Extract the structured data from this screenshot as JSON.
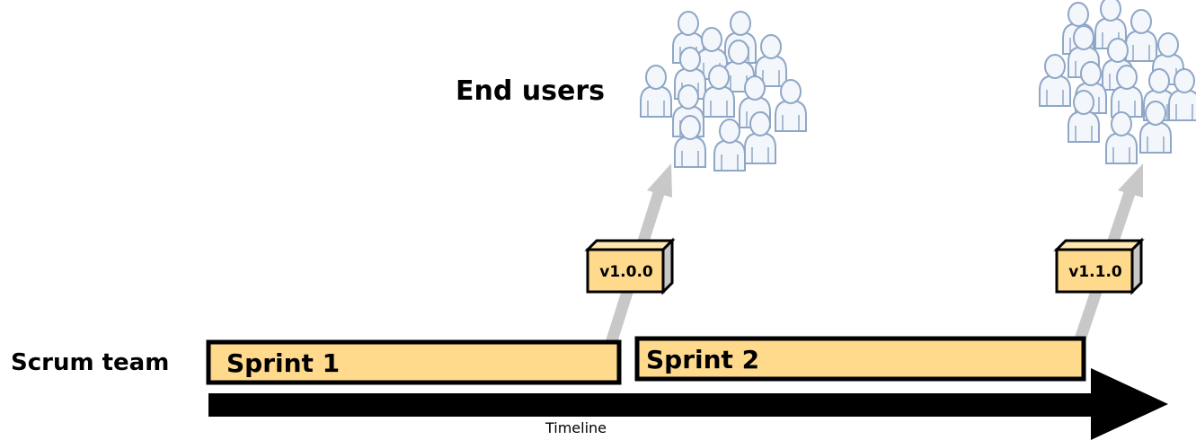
{
  "labels": {
    "end_users": "End users",
    "scrum_team": "Scrum team",
    "timeline": "Timeline"
  },
  "sprints": [
    {
      "label": "Sprint 1"
    },
    {
      "label": "Sprint 2"
    }
  ],
  "releases": [
    {
      "version": "v1.0.0"
    },
    {
      "version": "v1.1.0"
    }
  ],
  "colors": {
    "sprint_fill": "#FFD98C",
    "outline": "#000000",
    "release_arrow": "#C8C8C8",
    "user_fill": "#F3F7FC",
    "user_stroke": "#8FA7C6"
  }
}
